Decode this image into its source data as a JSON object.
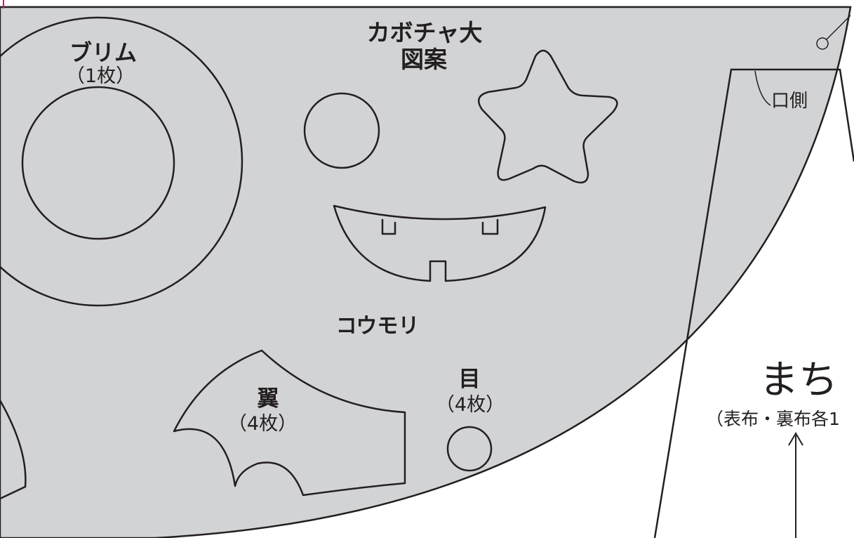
{
  "colors": {
    "fabric": "#d2d3d5",
    "line": "#231f20",
    "background": "#ffffff",
    "marker": "#e4007f"
  },
  "pumpkin": {
    "title_line1": "カボチャ大",
    "title_line2": "図案"
  },
  "brim": {
    "name": "ブリム",
    "count": "（1枚）"
  },
  "bat": {
    "title": "コウモリ",
    "wing_name": "翼",
    "wing_count": "（4枚）",
    "eye_name": "目",
    "eye_count": "（4枚）"
  },
  "gusset": {
    "name": "まち",
    "count": "（表布・裏布各1",
    "mouth_side": "口側"
  }
}
